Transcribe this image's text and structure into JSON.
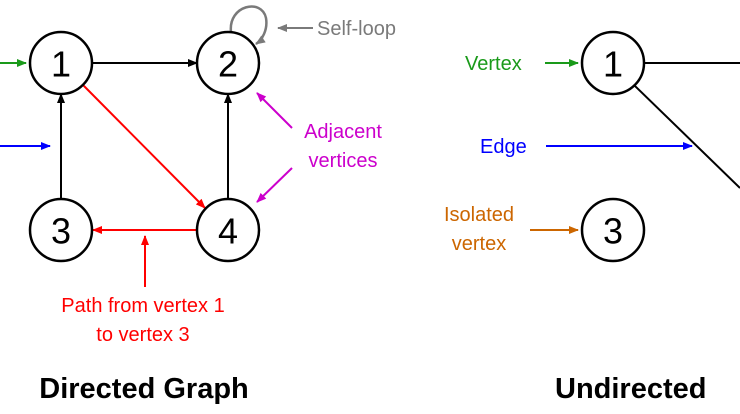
{
  "directed": {
    "title": "Directed Graph",
    "vertices": [
      "1",
      "2",
      "3",
      "4"
    ]
  },
  "undirected": {
    "title": "Undirected",
    "vertices": [
      "1",
      "3"
    ]
  },
  "annotations": {
    "self_loop": "Self-loop",
    "adjacent_line1": "Adjacent",
    "adjacent_line2": "vertices",
    "path_line1": "Path from vertex 1",
    "path_line2": "to vertex 3",
    "vertex": "Vertex",
    "edge": "Edge",
    "isolated_line1": "Isolated",
    "isolated_line2": "vertex"
  },
  "colors": {
    "black": "#000000",
    "gray": "#7a7a7a",
    "magenta": "#cc00cc",
    "red": "#ff0000",
    "green": "#1a9a1a",
    "blue": "#0000ff",
    "orange": "#cc6600"
  }
}
